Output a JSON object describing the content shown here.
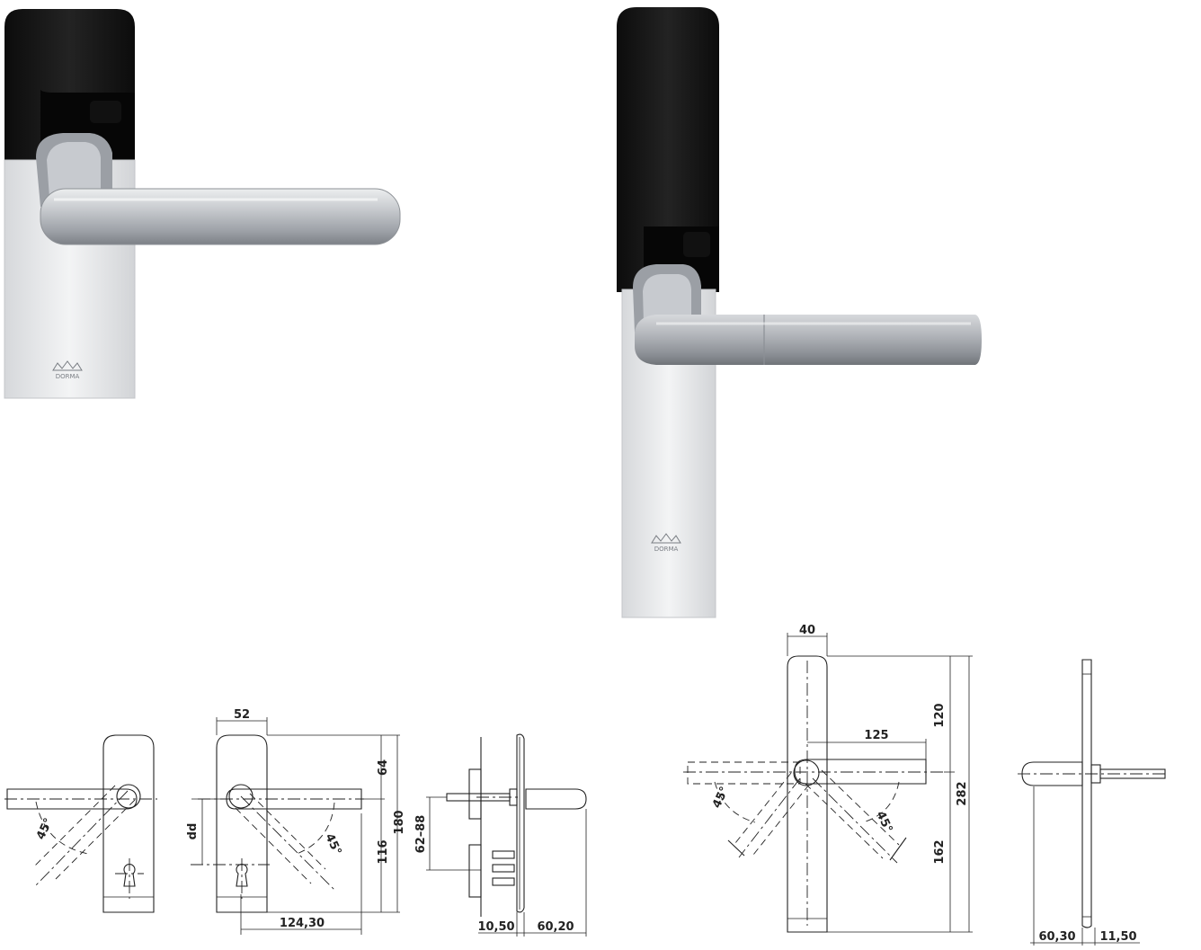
{
  "products": [
    {
      "name": "handle-set-short-plate",
      "brand_mark": "DORMA"
    },
    {
      "name": "handle-set-long-plate",
      "brand_mark": "DORMA"
    }
  ],
  "drawings": {
    "short_plate_front_left": {
      "angle": "45°"
    },
    "short_plate_front": {
      "width_top": "52",
      "upper": "64",
      "total": "180",
      "lower": "116",
      "dd": "dd",
      "lever": "124,30",
      "angle": "45°"
    },
    "short_plate_side": {
      "door_range": "62–88",
      "rose": "10,50",
      "projection": "60,20"
    },
    "long_plate_front": {
      "width_top": "40",
      "upper": "120",
      "total": "282",
      "lower": "162",
      "lever": "125",
      "angle_left": "45°",
      "angle_right": "45°"
    },
    "long_plate_side": {
      "projection": "60,30",
      "plate": "11,50"
    }
  },
  "colors": {
    "plate_dark": "#151515",
    "plate_light": "#e9eaec",
    "handle": "#b8bbc0",
    "line": "#222222"
  }
}
